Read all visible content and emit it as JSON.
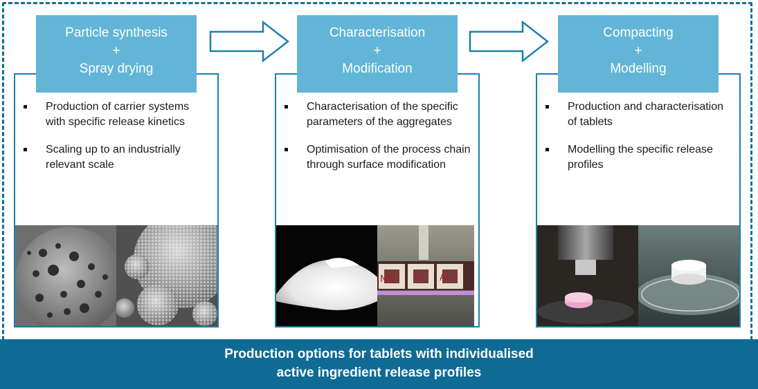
{
  "stages": [
    {
      "title": "Particle synthesis",
      "plus": "+",
      "subtitle": "Spray drying",
      "bullets": [
        "Production of carrier systems with specific release kinetics",
        "Scaling up to an industrially relevant scale"
      ]
    },
    {
      "title": "Characterisation",
      "plus": "+",
      "subtitle": "Modification",
      "bullets": [
        "Characterisation of the specific parameters of the aggregates",
        "Optimisation of the process chain through surface modification"
      ],
      "photo_labels": [
        "N2",
        "A"
      ]
    },
    {
      "title": "Compacting",
      "plus": "+",
      "subtitle": "Modelling",
      "bullets": [
        "Production and characterisation of tablets",
        "Modelling the specific release profiles"
      ]
    }
  ],
  "banner": {
    "line1": "Production options for tablets with individualised",
    "line2": "active ingredient release profiles"
  },
  "colors": {
    "header": "#62b5d6",
    "banner": "#0f6b93",
    "border": "#1b7faa",
    "arrow_outline": "#1b7faa"
  }
}
